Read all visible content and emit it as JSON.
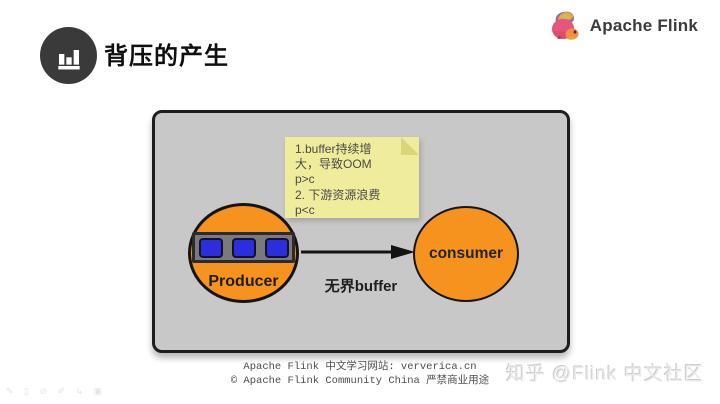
{
  "header": {
    "title": "背压的产生",
    "logo_text": "Apache Flink"
  },
  "diagram": {
    "note_lines": [
      "1.buffer持续增",
      "大，导致OOM",
      "p>c",
      "2. 下游资源浪费",
      "p<c"
    ],
    "producer_label": "Producer",
    "consumer_label": "consumer",
    "edge_label": "无界buffer",
    "buffer_slot_count": 3
  },
  "footer": {
    "line1": "Apache Flink 中文学习网站: ververica.cn",
    "line2": "© Apache Flink Community China  严禁商业用途"
  },
  "watermark": {
    "text": "知乎 @Flink 中文社区",
    "toolbar_glyphs": "✎ ▯ ⊘ ✐ ↳ ▣"
  },
  "colors": {
    "node_orange": "#f6921e",
    "buffer_blue": "#2d2de0",
    "note_yellow": "#efec9c",
    "panel_gray": "#c8c8c8",
    "border_dark": "#1e1e1e"
  },
  "icons": {
    "title_icon": "bar-chart-icon",
    "logo_icon": "flink-squirrel-icon"
  }
}
